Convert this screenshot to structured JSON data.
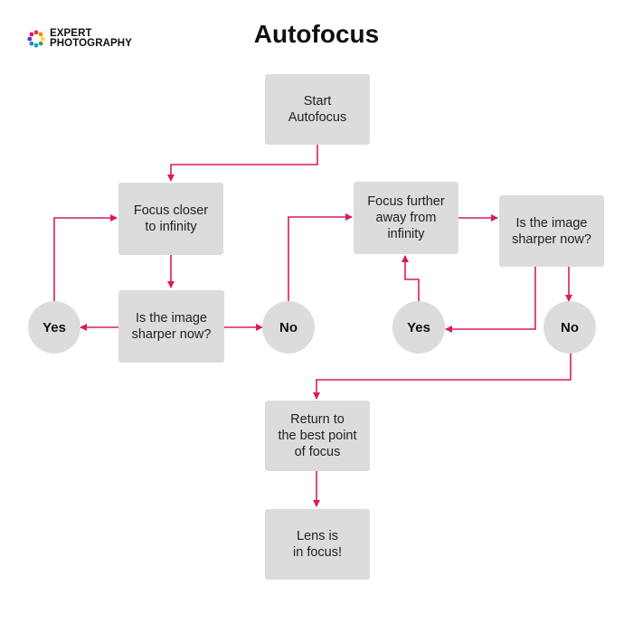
{
  "logo": {
    "line1": "EXPERT",
    "line2": "PHOTOGRAPHY"
  },
  "title": "Autofocus",
  "colors": {
    "box": "#dcdcdc",
    "arrow": "#d81b60",
    "text": "#222222"
  },
  "nodes": {
    "start": "Start\nAutofocus",
    "focus_closer": "Focus closer\nto infinity",
    "sharper_left": "Is the image\nsharper now?",
    "yes_left": "Yes",
    "no_left": "No",
    "focus_further": "Focus further\naway from\ninfinity",
    "sharper_right": "Is the image\nsharper now?",
    "yes_right": "Yes",
    "no_right": "No",
    "return_best": "Return to\nthe best point\nof focus",
    "in_focus": "Lens is\nin focus!"
  }
}
